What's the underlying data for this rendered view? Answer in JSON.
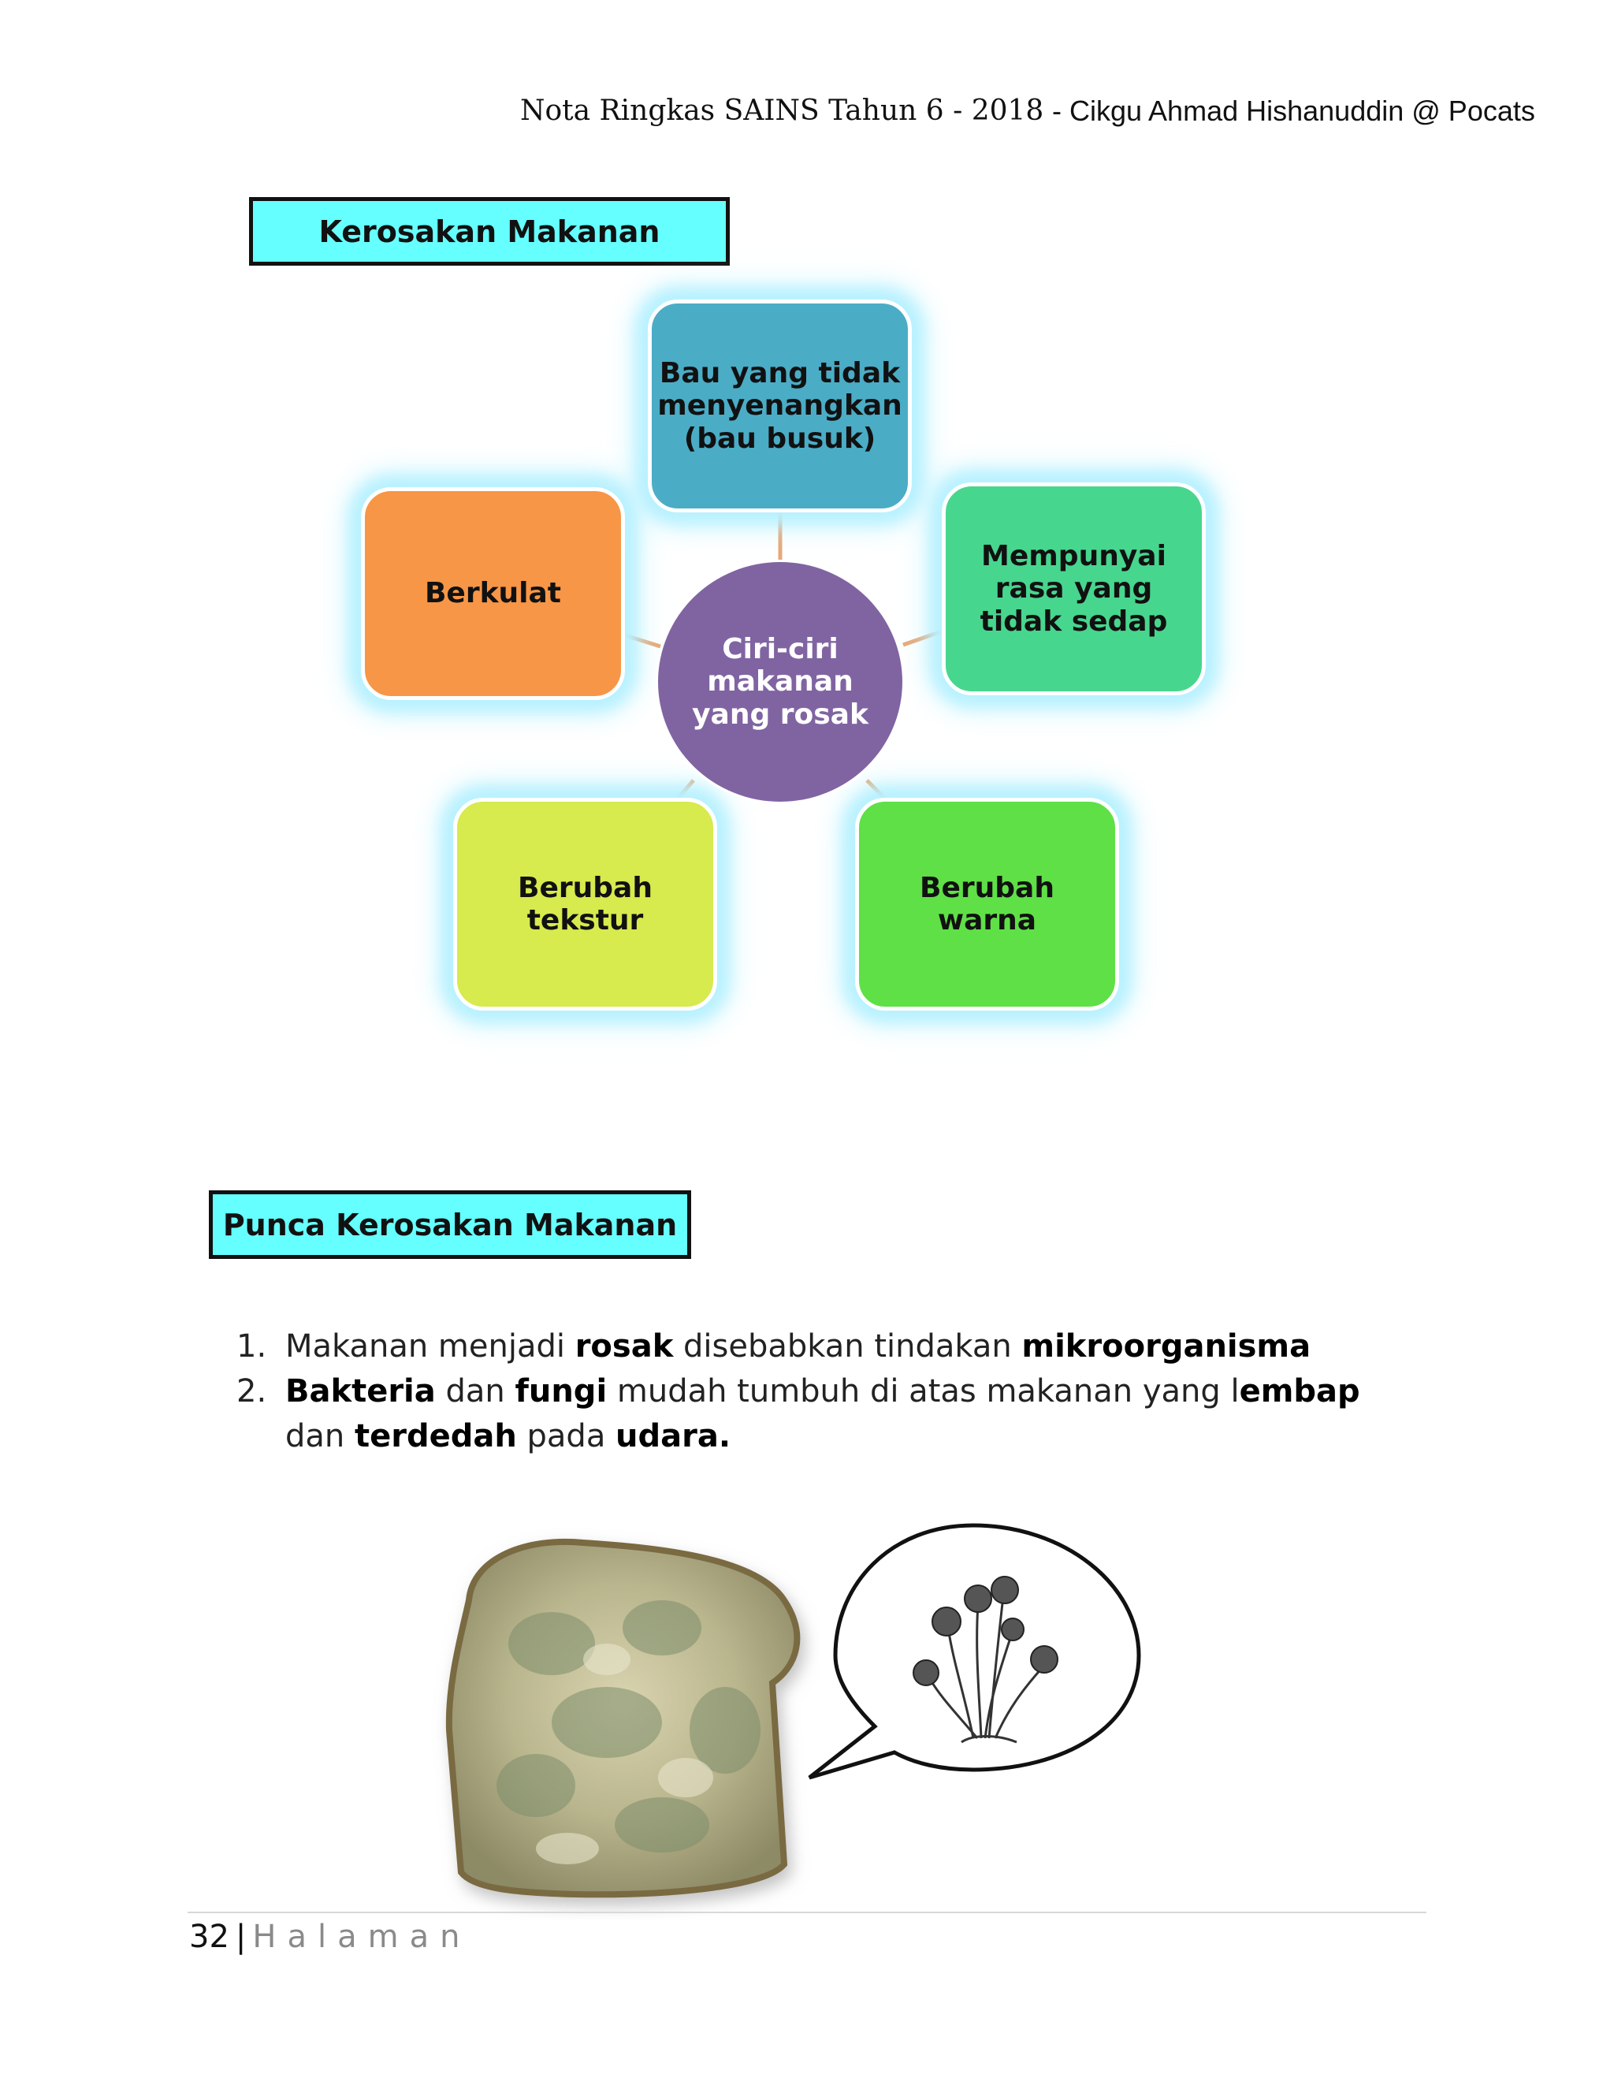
{
  "header": {
    "title": "Nota Ringkas SAINS Tahun 6 - 2018",
    "author": "- Cikgu Ahmad Hishanuddin @ Pocats"
  },
  "section1": {
    "title": "Kerosakan Makanan",
    "center": "Ciri-ciri makanan yang rosak",
    "nodes": {
      "top": "Bau  yang tidak menyenangkan (bau busuk)",
      "left": "Berkulat",
      "right": "Mempunyai rasa yang tidak sedap",
      "bottom_left": "Berubah tekstur",
      "bottom_right": "Berubah warna"
    },
    "colors": {
      "top": "#4bacc6",
      "left": "#f79646",
      "right": "#47d68e",
      "bottom_left": "#d7ea4e",
      "bottom_right": "#5fe046",
      "center": "#8064a2",
      "glow": "#b8f1ff"
    }
  },
  "section2": {
    "title": "Punca Kerosakan Makanan",
    "items": [
      {
        "num": "1.",
        "parts": [
          {
            "t": "Makanan menjadi ",
            "b": false
          },
          {
            "t": "rosak",
            "b": true
          },
          {
            "t": " disebabkan tindakan ",
            "b": false
          },
          {
            "t": "mikroorganisma",
            "b": true
          }
        ]
      },
      {
        "num": "2.",
        "parts": [
          {
            "t": "Bakteria",
            "b": true
          },
          {
            "t": " dan ",
            "b": false
          },
          {
            "t": "fungi",
            "b": true
          },
          {
            "t": " mudah tumbuh di atas makanan yang l",
            "b": false
          },
          {
            "t": "embap",
            "b": true
          },
          {
            "t": " dan ",
            "b": false
          },
          {
            "t": "terdedah",
            "b": true
          },
          {
            "t": " pada ",
            "b": false
          },
          {
            "t": "udara.",
            "b": true
          }
        ]
      }
    ]
  },
  "footer": {
    "page_number": "32",
    "separator": "|",
    "label": "Halaman"
  }
}
